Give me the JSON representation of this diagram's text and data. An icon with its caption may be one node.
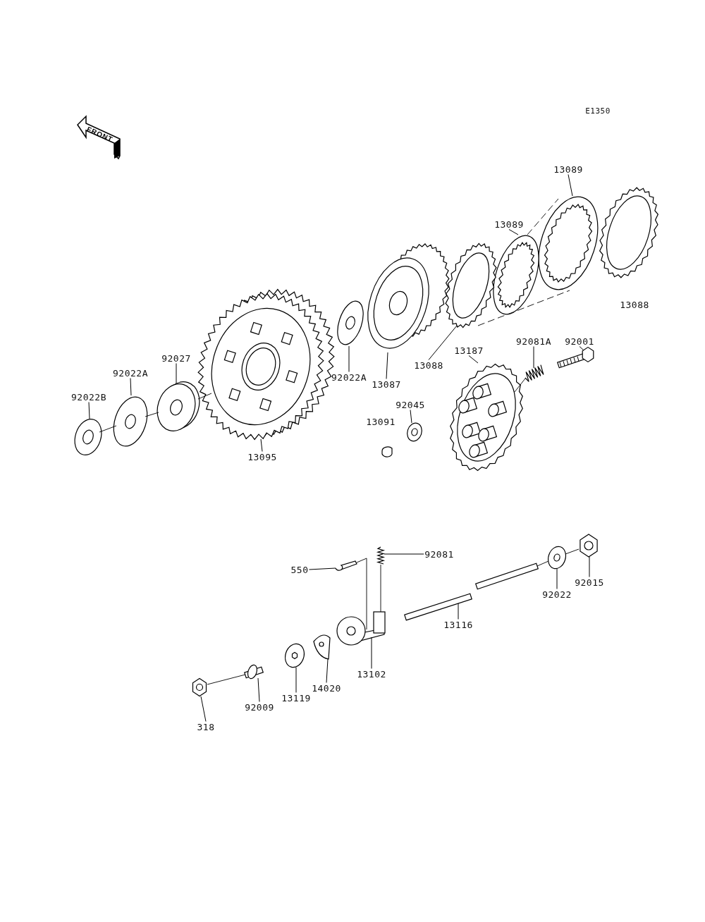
{
  "diagram": {
    "nodes": [
      {
        "text": [
          "13089"
        ]
      },
      {
        "text": [],
        "shape": "picture"
      },
      {
        "text": [
          "13089"
        ]
      },
      {
        "text": [],
        "shape": "picture"
      },
      {
        "text": [
          "13087"
        ]
      },
      {
        "text": [],
        "shape": "picture"
      },
      {
        "text": [
          "13088"
        ]
      },
      {
        "text": [],
        "shape": "picture"
      },
      {
        "text": [
          "92022A"
        ]
      },
      {
        "text": [],
        "shape": "picture"
      },
      {
        "text": [
          "92027"
        ]
      },
      {
        "text": [],
        "shape": "picture"
      },
      {
        "text": [
          "92022A"
        ]
      },
      {
        "text": [],
        "shape": "picture"
      },
      {
        "text": [
          "92022B"
        ]
      },
      {
        "text": [],
        "shape": "picture"
      },
      {
        "text": [
          "13095"
        ]
      },
      {
        "text": [],
        "shape": "picture"
      },
      {
        "text": [
          "13187"
        ]
      },
      {
        "text": [],
        "shape": "picture"
      },
      {
        "text": [
          "92081A"
        ]
      },
      {
        "text": [],
        "shape": "picture"
      },
      {
        "text": [
          "92001"
        ]
      },
      {
        "text": [],
        "shape": "picture"
      },
      {
        "text": [
          "92045"
        ]
      },
      {
        "text": [],
        "shape": "picture"
      },
      {
        "text": [
          "550"
        ]
      },
      {
        "text": [],
        "shape": "picture"
      },
      {
        "text": [
          "92081"
        ]
      },
      {
        "text": [],
        "shape": "picture"
      },
      {
        "text": [
          "92022"
        ]
      },
      {
        "text": [],
        "shape": "picture"
      },
      {
        "text": [
          "92015"
        ]
      },
      {
        "text": [],
        "shape": "picture"
      },
      {
        "text": [
          "13116"
        ]
      },
      {
        "text": [],
        "shape": "picture"
      },
      {
        "text": [
          "13102"
        ]
      },
      {
        "text": [],
        "shape": "picture"
      },
      {
        "text": [
          "14020"
        ]
      },
      {
        "text": [],
        "shape": "picture"
      },
      {
        "text": [
          "13119"
        ]
      },
      {
        "text": [],
        "shape": "picture"
      },
      {
        "text": [
          "92009"
        ]
      },
      {
        "text": [],
        "shape": "picture"
      },
      {
        "text": [
          "318"
        ]
      },
      {
        "text": [],
        "shape": "picture"
      }
    ],
    "edges": [
      {
        "from": 0,
        "to": 1,
        "arrow": "none"
      },
      {
        "from": 2,
        "to": 3,
        "arrow": "none"
      },
      {
        "from": 4,
        "to": 5,
        "arrow": "none"
      },
      {
        "from": 6,
        "to": 7,
        "arrow": "none"
      },
      {
        "from": 8,
        "to": 9,
        "arrow": "none"
      },
      {
        "from": 10,
        "to": 11,
        "arrow": "none"
      },
      {
        "from": 12,
        "to": 13,
        "arrow": "none"
      },
      {
        "from": 14,
        "to": 15,
        "arrow": "none"
      },
      {
        "from": 16,
        "to": 17,
        "arrow": "none"
      },
      {
        "from": 18,
        "to": 19,
        "arrow": "none"
      },
      {
        "from": 20,
        "to": 21,
        "arrow": "none"
      },
      {
        "from": 22,
        "to": 23,
        "arrow": "none"
      },
      {
        "from": 24,
        "to": 25,
        "arrow": "none"
      },
      {
        "from": 26,
        "to": 27,
        "arrow": "none"
      },
      {
        "from": 28,
        "to": 29,
        "arrow": "none"
      },
      {
        "from": 30,
        "to": 31,
        "arrow": "none"
      },
      {
        "from": 32,
        "to": 33,
        "arrow": "none"
      },
      {
        "from": 34,
        "to": 35,
        "arrow": "none"
      },
      {
        "from": 36,
        "to": 37,
        "arrow": "none"
      },
      {
        "from": 38,
        "to": 39,
        "arrow": "none"
      },
      {
        "from": 40,
        "to": 41,
        "arrow": "none"
      },
      {
        "from": 42,
        "to": 43,
        "arrow": "none"
      },
      {
        "from": 44,
        "to": 45,
        "arrow": "none"
      },
      {
        "from": 15,
        "to": 13,
        "arrow": "none"
      },
      {
        "from": 13,
        "to": 11,
        "arrow": "none"
      },
      {
        "from": 11,
        "to": 17,
        "arrow": "none"
      },
      {
        "from": 19,
        "to": 21,
        "arrow": "none"
      },
      {
        "from": 3,
        "to": 1,
        "arrow": "none",
        "style": "dashed"
      },
      {
        "from": 7,
        "to": 1,
        "arrow": "none",
        "style": "dashed"
      },
      {
        "from": 27,
        "to": 37,
        "arrow": "none"
      },
      {
        "from": 29,
        "to": 37,
        "arrow": "none"
      },
      {
        "from": 35,
        "to": 31,
        "arrow": "none"
      },
      {
        "from": 31,
        "to": 33,
        "arrow": "none"
      },
      {
        "from": 45,
        "to": 43,
        "arrow": "none"
      }
    ],
    "labels": [
      "E1350",
      "FRONT",
      "13088",
      "13091"
    ]
  }
}
